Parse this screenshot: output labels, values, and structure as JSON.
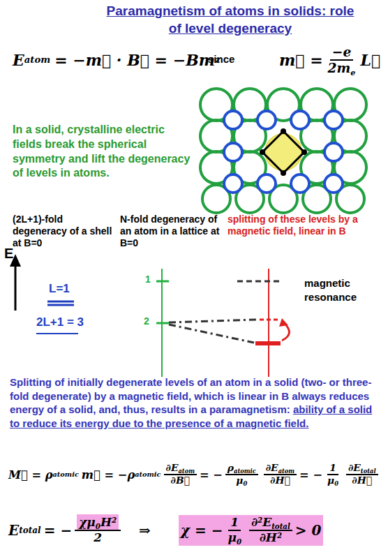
{
  "diagram": {
    "title": "Paramagnetism of atoms in solids: role of level degeneracy",
    "labels": [
      "E",
      "atom",
      "= −m⃗ · B⃗ = −Bm",
      "z",
      "since",
      "m⃗ =",
      "−e",
      "2m",
      "e",
      "L⃗",
      "In a solid, crystalline electric fields break the spherical symmetry and lift the degeneracy of levels in atoms.",
      "(2L+1)-fold degeneracy of a shell at B=0",
      "N-fold degeneracy of an atom in a lattice at B=0",
      "splitting of these levels by a magnetic field, linear in B",
      "E",
      "L=1",
      "2L+1 = 3",
      "1",
      "2",
      "magnetic resonance",
      "Splitting of initially degenerate levels of an atom in a solid (two- or three-fold degenerate) by a magnetic field, which is linear in B always reduces energy of a solid, and, thus, results in a paramagnetism:",
      "ability of a solid to reduce its energy due to the presence of a magnetic field.",
      "M⃗ = ρ",
      "atomic",
      "m⃗ = −ρ",
      "atomic",
      "∂E",
      "atom",
      "∂B⃗",
      "= −",
      "ρ",
      "atomic",
      "μ",
      "0",
      "∂E",
      "atom",
      "∂H⃗",
      "= −",
      "1",
      "μ",
      "0",
      "∂E",
      "total",
      "∂H⃗",
      "E",
      "total",
      "= −",
      "χμ",
      "0",
      "H",
      "2",
      "2",
      "⇒",
      "χ = −",
      "1",
      "μ",
      "0",
      "∂",
      "2",
      "E",
      "total",
      "∂H",
      "2",
      "> 0"
    ]
  }
}
